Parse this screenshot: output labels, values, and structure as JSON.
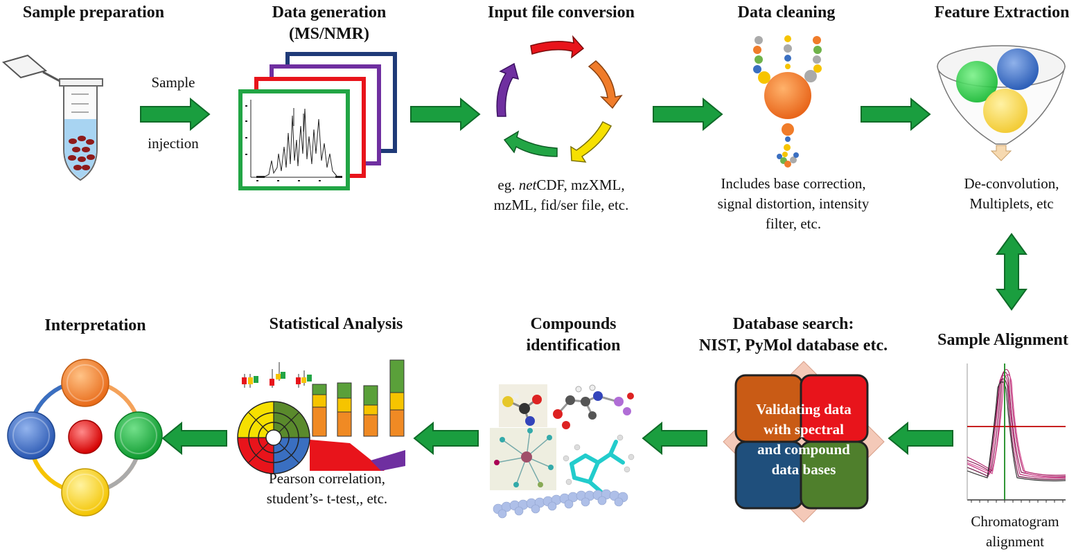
{
  "steps": {
    "sample_preparation": {
      "title": "Sample preparation"
    },
    "data_generation": {
      "title_line1": "Data generation",
      "title_line2": "(MS/NMR)"
    },
    "input_file_conversion": {
      "title": "Input file conversion",
      "desc_prefix": "eg. ",
      "desc_italic": "net",
      "desc_rest1": "CDF,  mzXML,",
      "desc_line2": "mzML, fid/ser file, etc."
    },
    "data_cleaning": {
      "title": "Data cleaning",
      "desc_line1": "Includes base correction,",
      "desc_line2": "signal distortion, intensity",
      "desc_line3": "filter, etc."
    },
    "feature_extraction": {
      "title": "Feature Extraction",
      "desc_line1": "De-convolution,",
      "desc_line2": "Multiplets, etc"
    },
    "sample_alignment": {
      "title": "Sample Alignment",
      "desc_line1": "Chromatogram",
      "desc_line2": "alignment"
    },
    "database_search": {
      "title_line1": "Database search:",
      "title_line2": "NIST, PyMol database etc.",
      "overlay_line1": "Validating data",
      "overlay_line2": "with spectral",
      "overlay_line3": "and compound",
      "overlay_line4": "data bases"
    },
    "compounds_identification": {
      "title_line1": "Compounds",
      "title_line2": "identification"
    },
    "statistical_analysis": {
      "title": "Statistical Analysis",
      "desc_line1": "Pearson correlation,",
      "desc_line2": "student’s- t-test,, etc."
    },
    "interpretation": {
      "title": "Interpretation"
    }
  },
  "sample_injection": {
    "line1": "Sample",
    "line2": "injection"
  },
  "colors": {
    "arrow_green": "#1a9e3f",
    "arrow_edge": "#0e6b28",
    "red": "#e8141b",
    "orange": "#f07c2a",
    "yellow": "#f6e000",
    "green": "#22a545",
    "purple": "#6f2fa0",
    "blue": "#3a6fc1",
    "navy": "#1f3a78"
  }
}
